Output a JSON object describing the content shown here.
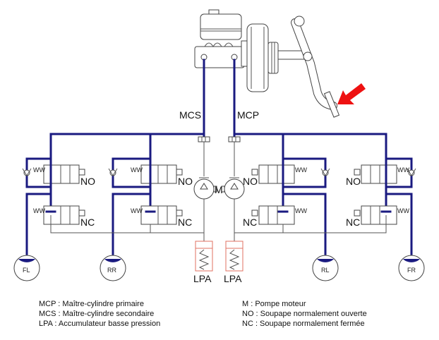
{
  "diagram": {
    "colors": {
      "hydraulic": "#1a1a80",
      "arrow": "#ee1111",
      "accumulator": "#e07060",
      "return_line": "#aaaaaa"
    },
    "lines": {
      "secondary": "MCS",
      "primary": "MCP"
    },
    "pump_label": "M",
    "valves": {
      "no_label": "NO",
      "nc_label": "NC"
    },
    "accumulators": [
      "LPA",
      "LPA"
    ],
    "wheels": [
      "FL",
      "RR",
      "RL",
      "FR"
    ]
  },
  "legend": {
    "left": [
      "MCP : Maître-cylindre primaire",
      "MCS : Maître-cylindre secondaire",
      "LPA : Accumulateur basse pression"
    ],
    "right": [
      "M : Pompe moteur",
      "NO : Soupape normalement ouverte",
      "NC : Soupape normalement fermée"
    ]
  }
}
